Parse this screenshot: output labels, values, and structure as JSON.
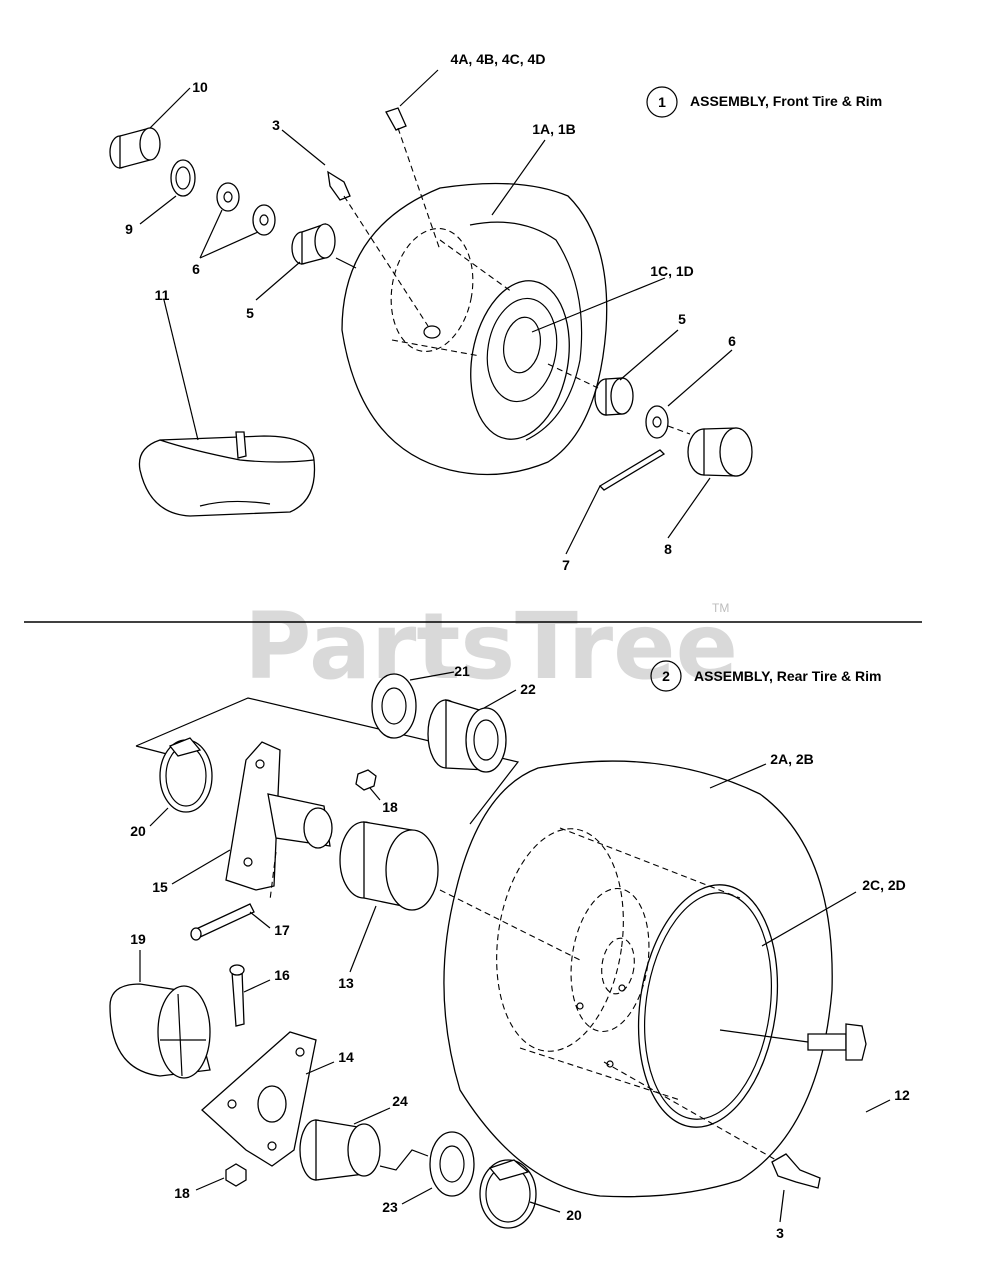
{
  "watermark": {
    "text": "PartsTree",
    "tm": "TM"
  },
  "assemblies": [
    {
      "number": "1",
      "title": "ASSEMBLY, Front Tire & Rim"
    },
    {
      "number": "2",
      "title": "ASSEMBLY, Rear Tire & Rim"
    }
  ],
  "callouts": {
    "front": {
      "p10": "10",
      "p3": "3",
      "p4": "4A, 4B, 4C, 4D",
      "p1ab": "1A, 1B",
      "p9": "9",
      "p6a": "6",
      "p5a": "5",
      "p1cd": "1C, 1D",
      "p5b": "5",
      "p6b": "6",
      "p11": "11",
      "p7": "7",
      "p8": "8"
    },
    "rear": {
      "p21": "21",
      "p22": "22",
      "p18a": "18",
      "p20a": "20",
      "p15": "15",
      "p17": "17",
      "p13": "13",
      "p2ab": "2A, 2B",
      "p2cd": "2C, 2D",
      "p19": "19",
      "p16": "16",
      "p14": "14",
      "p24": "24",
      "p12": "12",
      "p18b": "18",
      "p23": "23",
      "p20b": "20",
      "p3": "3"
    }
  }
}
